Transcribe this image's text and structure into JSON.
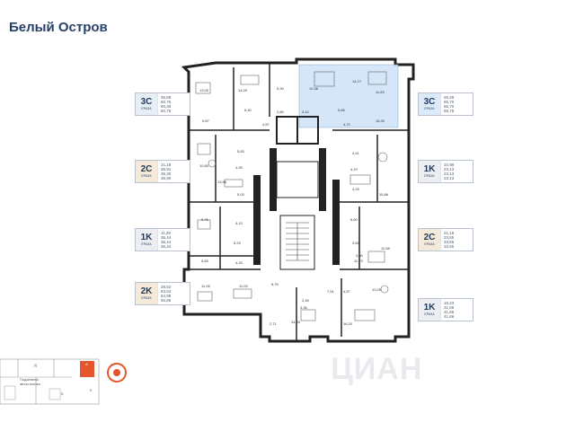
{
  "title": "Белый Остров",
  "watermark": "ЦИАН",
  "cards": [
    {
      "id": "left-3c",
      "code": "3C",
      "sub": "ЕРАЗА",
      "areas": [
        "35,89",
        "60,76",
        "60,36",
        "60,76"
      ],
      "color": "#e8eef6"
    },
    {
      "id": "left-2c",
      "code": "2C",
      "sub": "ЕРАЗА",
      "areas": [
        "21,18",
        "36,91",
        "36,30",
        "36,90"
      ],
      "color": "#f5e9d9"
    },
    {
      "id": "left-1k",
      "code": "1K",
      "sub": "ЕРАЗА",
      "areas": [
        "11,29",
        "36,44",
        "36,44",
        "36,44"
      ],
      "color": "#eceef2"
    },
    {
      "id": "left-2k",
      "code": "2K",
      "sub": "ЕРАЗА",
      "areas": [
        "28,52",
        "53,54",
        "54,98",
        "55,85"
      ],
      "color": "#f5e9d9"
    },
    {
      "id": "right-3c",
      "code": "3C",
      "sub": "ЕРАЗА",
      "areas": [
        "36,29",
        "65,70",
        "65,70",
        "65,76"
      ],
      "color": "#dcebf9"
    },
    {
      "id": "right-1k-top",
      "code": "1K",
      "sub": "ЕРАЗА",
      "areas": [
        "10,98",
        "23,13",
        "23,13",
        "23,13"
      ],
      "color": "#eceef2"
    },
    {
      "id": "right-2c",
      "code": "2C",
      "sub": "ЕРАЗА",
      "areas": [
        "21,16",
        "33,55",
        "33,55",
        "33,55"
      ],
      "color": "#f5e9d9"
    },
    {
      "id": "right-1k-bottom",
      "code": "1K",
      "sub": "ЕРАЗА",
      "areas": [
        "18,23",
        "41,66",
        "41,66",
        "41,66"
      ],
      "color": "#eceef2"
    }
  ],
  "room_labels": [
    "13,00",
    "14,00",
    "5,30",
    "10,38",
    "14,17",
    "11,83",
    "9,87",
    "6,40",
    "4,57",
    "2,80",
    "3,42",
    "5,86",
    "4,70",
    "16,30",
    "5,83",
    "4,41",
    "4,35",
    "10,80",
    "4,19",
    "13,56",
    "5,03",
    "4,33",
    "15,86",
    "9,76",
    "4,10",
    "5,60",
    "5,23",
    "3,62",
    "11,58",
    "3,80",
    "11,79",
    "4,33",
    "9,83",
    "11,05",
    "11,00",
    "5,76",
    "7,51",
    "4,57",
    "13,05",
    "3,36",
    "14,60",
    "16,20",
    "2,45",
    "2,71"
  ],
  "keyplan": {
    "labels": [
      "Подземная автостоянка",
      "Д",
      "Б",
      "5",
      "А"
    ],
    "highlight": "#e4572e"
  }
}
